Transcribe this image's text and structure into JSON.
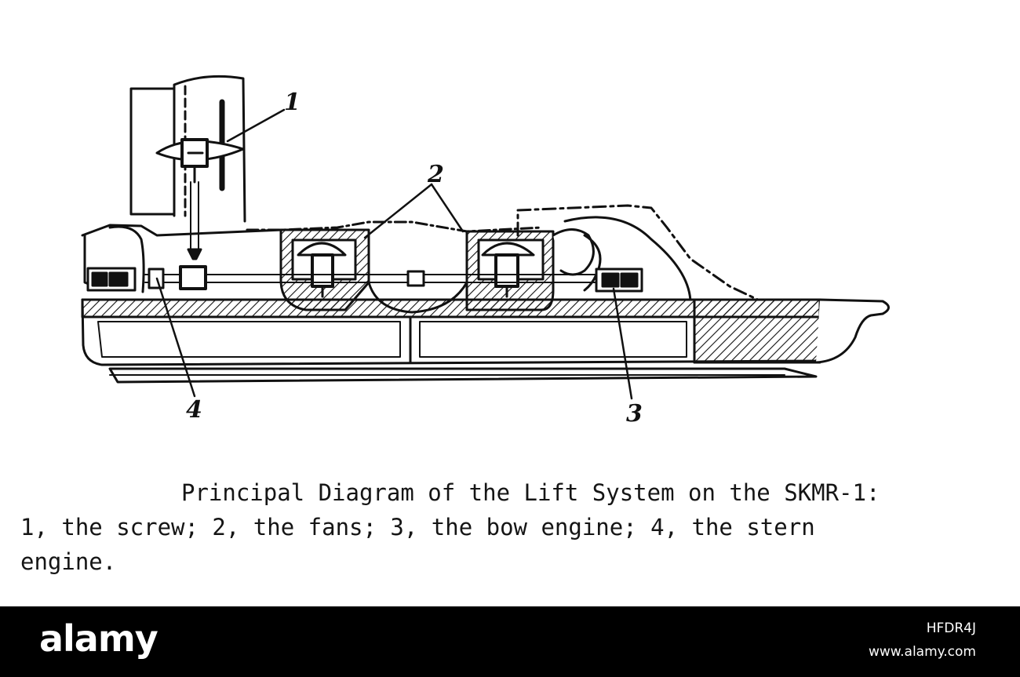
{
  "diagram": {
    "callouts": {
      "screw": "1",
      "fans": "2",
      "bow_engine": "3",
      "stern_engine": "4"
    },
    "line_color": "#111111"
  },
  "caption": {
    "line1": "Principal Diagram of the Lift System on the SKMR-1:",
    "line2": "1, the screw; 2, the fans; 3, the bow engine; 4, the stern",
    "line3": "engine."
  },
  "footer": {
    "logo": "alamy",
    "image_id": "HFDR4J",
    "url": "www.alamy.com",
    "background": "#000000"
  }
}
